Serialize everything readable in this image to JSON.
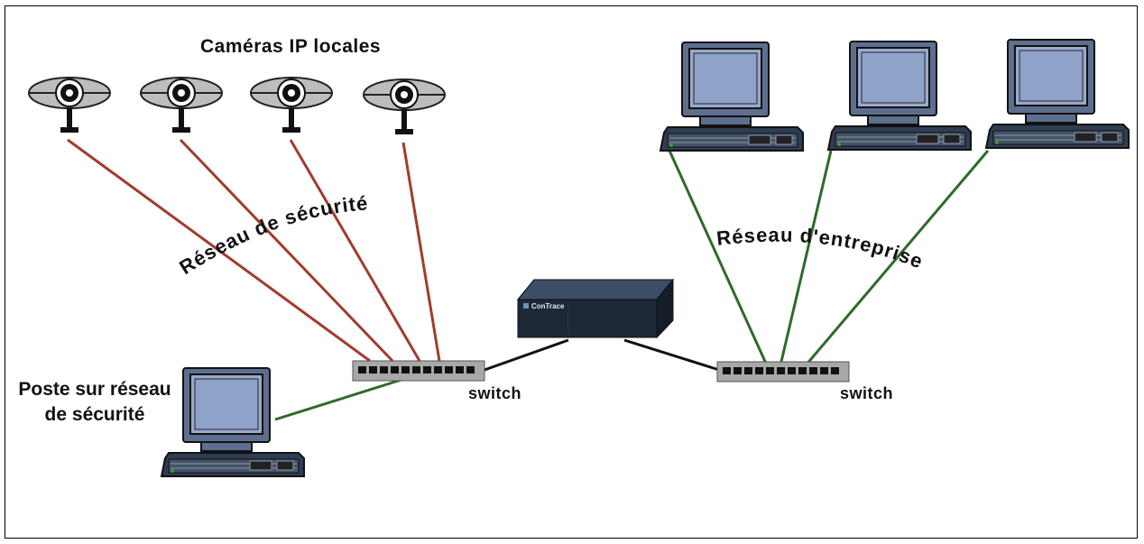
{
  "labels": {
    "cameras_title": "Caméras IP locales",
    "security_network": "Réseau de sécurité",
    "enterprise_network": "Réseau d'entreprise",
    "security_workstation": "Poste sur réseau de sécurité",
    "switch_left": "switch",
    "switch_right": "switch",
    "device_brand": "ConTrace"
  },
  "colors": {
    "security_link": "#a03c2c",
    "enterprise_link": "#2e6a2a",
    "trunk_link": "#111111",
    "screen": "#8fa3c9",
    "monitor_body": "#5d6f8f",
    "switch_body": "#a8a8a8"
  },
  "icons": [
    "ip-camera-icon",
    "computer-icon",
    "network-switch-icon",
    "firewall-appliance-icon"
  ]
}
